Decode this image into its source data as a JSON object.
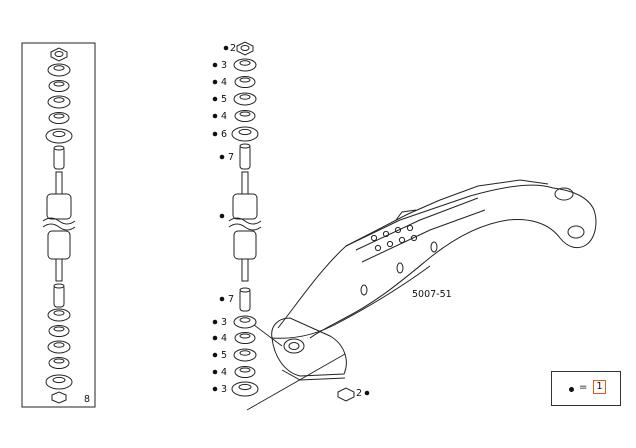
{
  "figure_ref": "5007-51",
  "left_panel": {
    "page_label": "8"
  },
  "callouts_upper": [
    "2",
    "3",
    "4",
    "5",
    "4",
    "6",
    "7"
  ],
  "callouts_lower": [
    "7",
    "3",
    "4",
    "5",
    "4",
    "3"
  ],
  "bottom_nut_callout": "2",
  "legend": {
    "equals": "=",
    "value": "1",
    "accent_color": "#e05a1a"
  }
}
